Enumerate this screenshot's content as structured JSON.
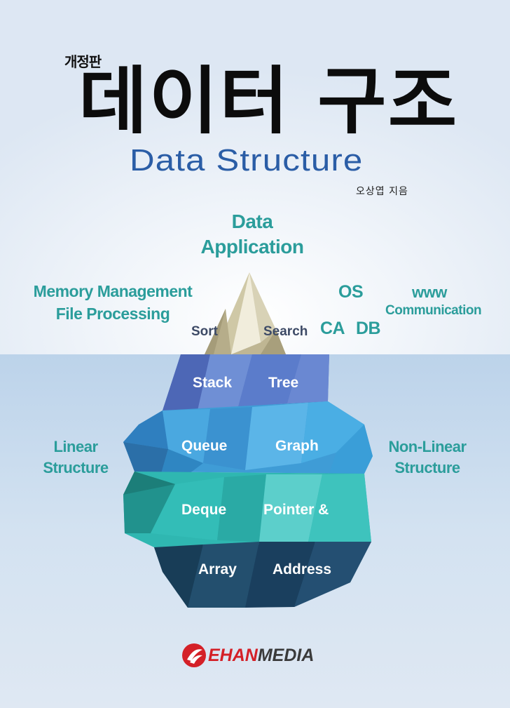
{
  "cover": {
    "edition_label": "개정판",
    "title_korean": "데이터 구조",
    "title_english": "Data Structure",
    "author": "오상엽 지음"
  },
  "above_water": {
    "top_lines": [
      "Data",
      "Application"
    ],
    "left_lines": [
      "Memory Management",
      "File Processing"
    ],
    "sort": "Sort",
    "search": "Search",
    "os": "OS",
    "www": "www",
    "communication": "Communication",
    "ca": "CA",
    "db": "DB"
  },
  "iceberg": {
    "stack": "Stack",
    "tree": "Tree",
    "queue": "Queue",
    "graph": "Graph",
    "deque": "Deque",
    "pointer": "Pointer &",
    "array": "Array",
    "address": "Address"
  },
  "side_labels": {
    "linear": [
      "Linear",
      "Structure"
    ],
    "non_linear": [
      "Non-Linear",
      "Structure"
    ]
  },
  "publisher": {
    "name_part1": "EHAN",
    "name_part2": "MEDIA",
    "accent_color": "#d42027"
  },
  "colors": {
    "sky_top": "#ffffff",
    "sky_bottom": "#dde6f2",
    "water": "#c8daee",
    "teal_text": "#2b9d9b",
    "title_blue": "#2a5da6"
  }
}
